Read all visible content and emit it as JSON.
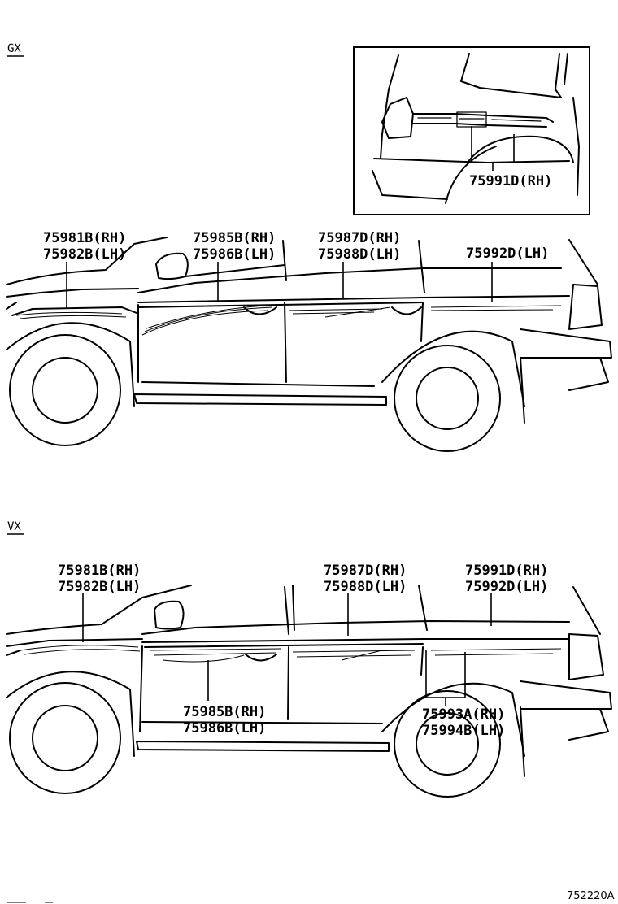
{
  "sections": {
    "gx": {
      "label": "GX",
      "inset_label": "75991D(RH)",
      "labels": [
        {
          "line1": "75981B(RH)",
          "line2": "75982B(LH)"
        },
        {
          "line1": "75985B(RH)",
          "line2": "75986B(LH)"
        },
        {
          "line1": "75987D(RH)",
          "line2": "75988D(LH)"
        },
        {
          "line1": "75992D(LH)"
        }
      ]
    },
    "vx": {
      "label": "VX",
      "labels": [
        {
          "line1": "75981B(RH)",
          "line2": "75982B(LH)"
        },
        {
          "line1": "75987D(RH)",
          "line2": "75988D(LH)"
        },
        {
          "line1": "75991D(RH)",
          "line2": "75992D(LH)"
        },
        {
          "line1": "75985B(RH)",
          "line2": "75986B(LH)"
        },
        {
          "line1": "75993A(RH)",
          "line2": "75994B(LH)"
        }
      ]
    }
  },
  "figure_ref": "752220A"
}
